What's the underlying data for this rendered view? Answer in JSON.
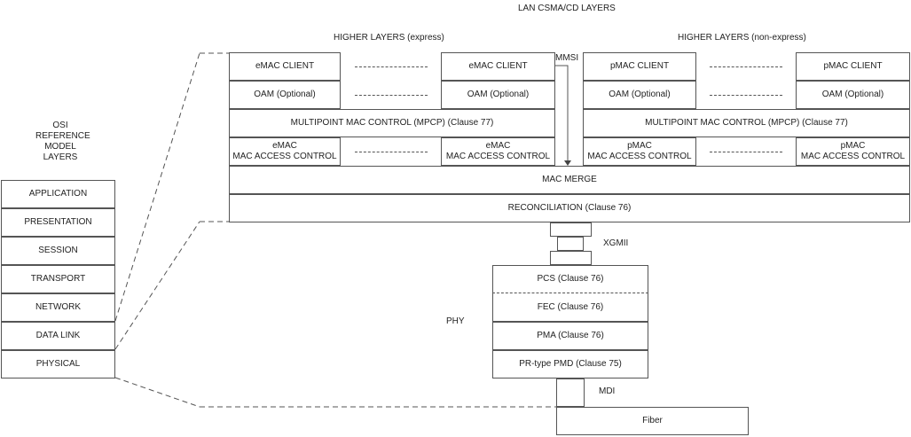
{
  "title": "LAN CSMA/CD LAYERS",
  "osi": {
    "heading": [
      "OSI",
      "REFERENCE",
      "MODEL",
      "LAYERS"
    ],
    "layers": [
      "APPLICATION",
      "PRESENTATION",
      "SESSION",
      "TRANSPORT",
      "NETWORK",
      "DATA LINK",
      "PHYSICAL"
    ]
  },
  "express": {
    "heading": "HIGHER LAYERS (express)",
    "client": "eMAC CLIENT",
    "oam": "OAM (Optional)",
    "mac_access_1": "eMAC",
    "mac_access_2": "MAC ACCESS CONTROL"
  },
  "non_express": {
    "heading": "HIGHER LAYERS (non-express)",
    "client": "pMAC CLIENT",
    "oam": "OAM (Optional)",
    "mac_access_1": "pMAC",
    "mac_access_2": "MAC ACCESS CONTROL"
  },
  "mpcp": "MULTIPOINT MAC CONTROL (MPCP) (Clause 77)",
  "mmsi": "MMSI",
  "mac_merge": "MAC MERGE",
  "reconciliation": "RECONCILIATION (Clause 76)",
  "xgmii": "XGMII",
  "phy": {
    "label": "PHY",
    "pcs": "PCS (Clause 76)",
    "fec": "FEC (Clause 76)",
    "pma": "PMA (Clause 76)",
    "pmd": "PR-type PMD (Clause 75)"
  },
  "mdi": "MDI",
  "fiber": "Fiber"
}
